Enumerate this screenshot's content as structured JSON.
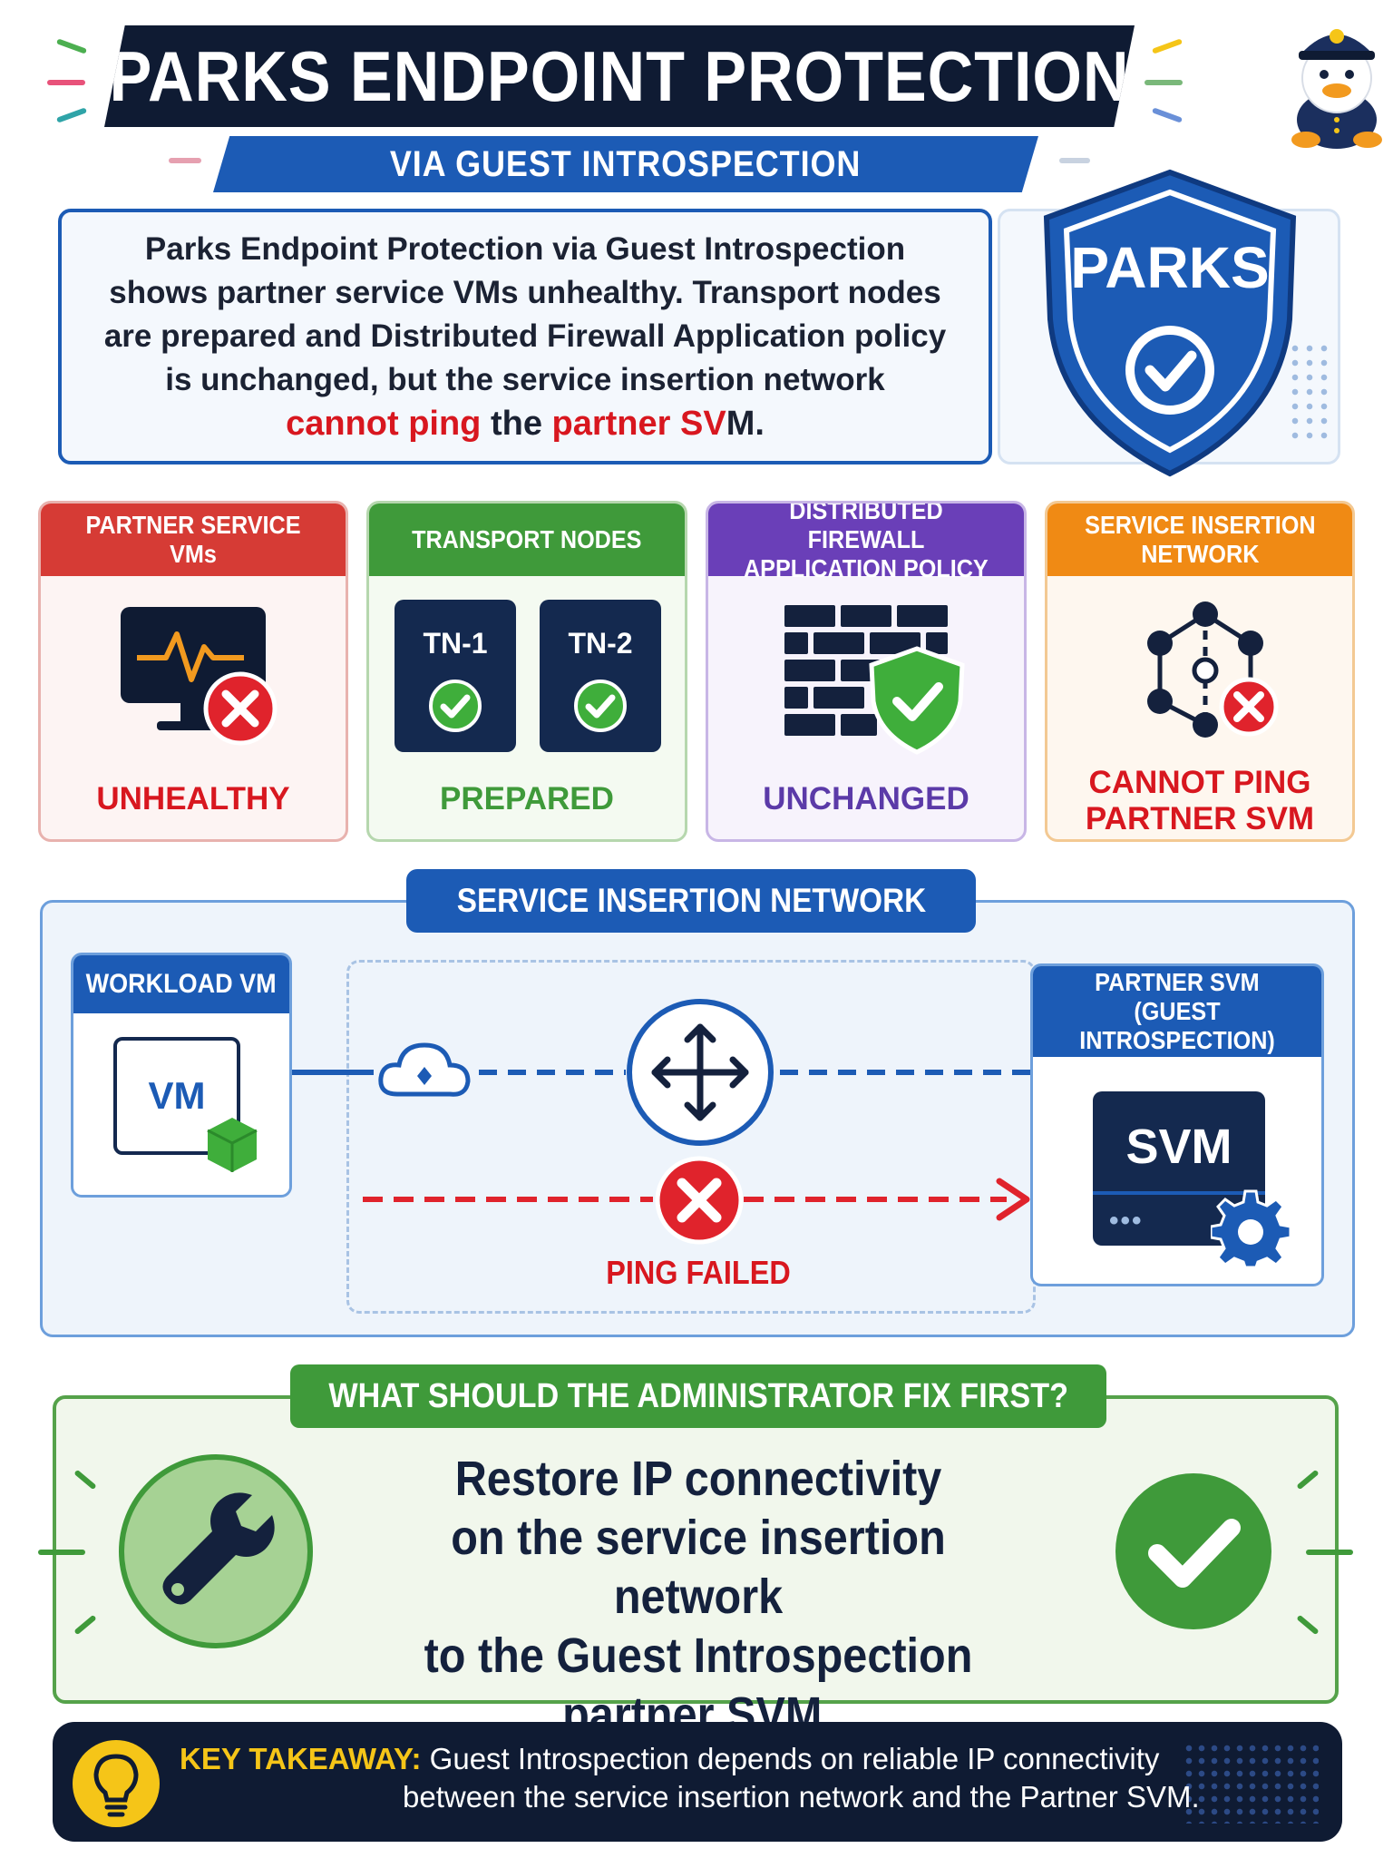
{
  "header": {
    "title": "PARKS ENDPOINT PROTECTION",
    "subtitle": "VIA GUEST INTROSPECTION"
  },
  "intro": {
    "line1": "Parks Endpoint Protection via Guest Introspection",
    "line2": "shows partner service VMs unhealthy. Transport nodes",
    "line3": "are prepared and Distributed Firewall Application policy",
    "line4": "is unchanged, but the service insertion network",
    "line5_red_a": "cannot ping",
    "line5_mid": " the ",
    "line5_red_b": "partner SV",
    "line5_end": "M."
  },
  "shield": {
    "label": "PARKS"
  },
  "cards": [
    {
      "title": "PARTNER SERVICE VMs",
      "status": "UNHEALTHY",
      "color": "#d63b35"
    },
    {
      "title": "TRANSPORT NODES",
      "status": "PREPARED",
      "color": "#3f9a3a",
      "nodes": [
        "TN-1",
        "TN-2"
      ]
    },
    {
      "title_line1": "DISTRIBUTED FIREWALL",
      "title_line2": "APPLICATION POLICY",
      "status": "UNCHANGED",
      "color": "#6a3fb8"
    },
    {
      "title_line1": "SERVICE INSERTION",
      "title_line2": "NETWORK",
      "status_line1": "CANNOT PING",
      "status_line2": "PARTNER SVM",
      "color": "#f08a14"
    }
  ],
  "network": {
    "title": "SERVICE INSERTION NETWORK",
    "workload_title": "WORKLOAD VM",
    "vm_label": "VM",
    "partner_title_line1": "PARTNER SVM",
    "partner_title_line2": "(GUEST INTROSPECTION)",
    "svm_label": "SVM",
    "ping_status": "PING FAILED"
  },
  "fix": {
    "title": "WHAT SHOULD THE ADMINISTRATOR FIX FIRST?",
    "line1": "Restore IP connectivity",
    "line2": "on the service insertion network",
    "line3": "to the Guest Introspection",
    "line4": "partner SVM."
  },
  "takeaway": {
    "label": "KEY TAKEAWAY:",
    "line1": " Guest Introspection depends on reliable IP connectivity",
    "line2": "between the service insertion network and the Partner SVM."
  },
  "colors": {
    "navy": "#0f1b33",
    "blue": "#1c5bb5",
    "red": "#d8171f",
    "green": "#3f9a3a",
    "purple": "#6a3fb8",
    "orange": "#f08a14",
    "gold": "#f5c518"
  }
}
